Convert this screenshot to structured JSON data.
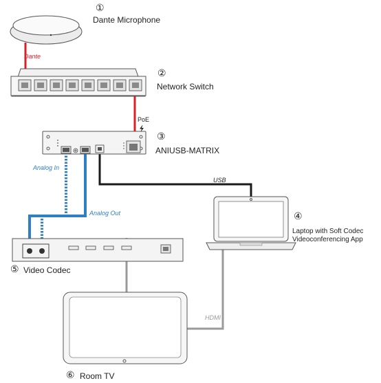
{
  "components": {
    "microphone": {
      "num": "①",
      "label": "Dante Microphone"
    },
    "switch": {
      "num": "②",
      "label": "Network Switch"
    },
    "matrix": {
      "num": "③",
      "label": "ANIUSB-MATRIX"
    },
    "laptop": {
      "num": "④",
      "label_line1": "Laptop with Soft Codec",
      "label_line2": "Videoconferencing App"
    },
    "codec": {
      "num": "⑤",
      "label": "Video Codec"
    },
    "tv": {
      "num": "⑥",
      "label": "Room TV"
    }
  },
  "cables": {
    "dante": "Dante",
    "poe": "PoE",
    "analog_in": "Analog In",
    "analog_out": "Analog Out",
    "usb": "USB",
    "hdmi": "HDMI"
  },
  "colors": {
    "dante": "#d8202a",
    "analog": "#2f7fc4",
    "usb": "#1a1a1a",
    "hdmi": "#9a9a9a",
    "device_fill": "#f4f4f4",
    "device_stroke": "#666666"
  }
}
